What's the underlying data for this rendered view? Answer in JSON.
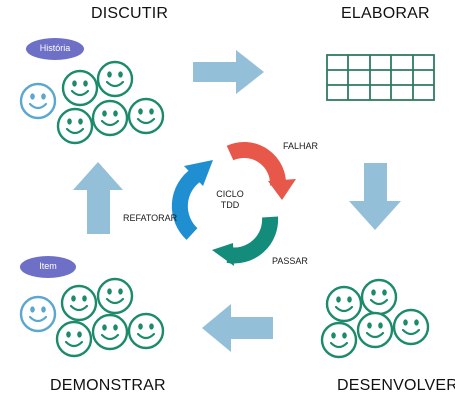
{
  "phases": {
    "discutir": "DISCUTIR",
    "elaborar": "ELABORAR",
    "desenvolver": "DESENVOLVER",
    "demonstrar": "DEMONSTRAR"
  },
  "badges": {
    "top": "História",
    "bottom": "Item"
  },
  "cycle": {
    "line1": "CICLO",
    "line2": "TDD",
    "falhar": "FALHAR",
    "passar": "PASSAR",
    "refatorar": "REFATORAR"
  },
  "colors": {
    "flow_arrow": "#94bfd9",
    "cycle_red": "#e8584a",
    "cycle_teal": "#148c7b",
    "cycle_blue": "#1f8fd1",
    "smiley_green": "#1c8b6b",
    "smiley_blue": "#5aa7cf",
    "badge": "#6d70c6",
    "table_green": "#2d7c5e"
  },
  "icons": {
    "smiley": "smiley-face-icon",
    "table": "table-grid-icon"
  }
}
